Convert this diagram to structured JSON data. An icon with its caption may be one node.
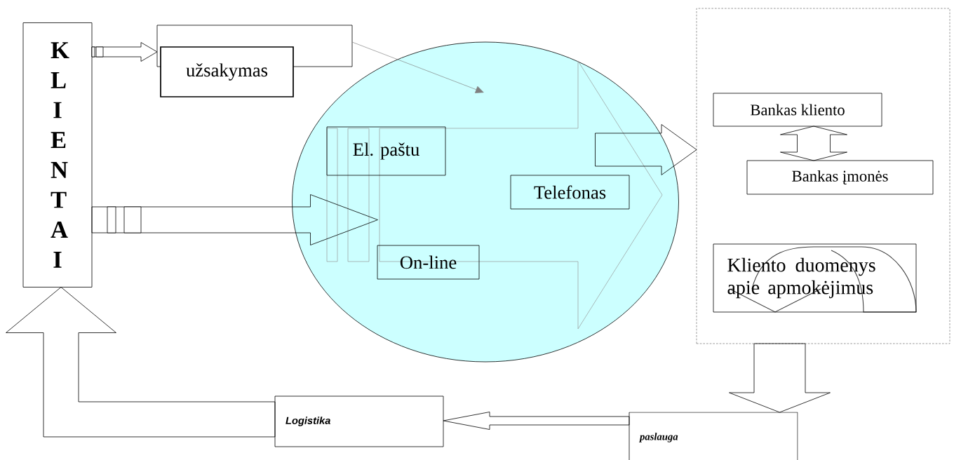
{
  "diagram": {
    "nodes": [
      {
        "text": [
          "K L I E N T A I"
        ]
      },
      {
        "text": [],
        "shape": "box"
      },
      {
        "text": [
          "užsakymas"
        ]
      },
      {
        "text": [],
        "shape": "ellipse"
      },
      {
        "text": [
          "El. paštu"
        ],
        "in": 3
      },
      {
        "text": [
          "Telefonas"
        ],
        "in": 3
      },
      {
        "text": [
          "On-line"
        ],
        "in": 3
      },
      {
        "text": [],
        "shape": "box"
      },
      {
        "text": [
          "Bankas kliento"
        ],
        "in": 7
      },
      {
        "text": [
          "Bankas įmonės"
        ],
        "in": 7
      },
      {
        "text": [
          "Kliento duomenys apie apmokėjimus"
        ],
        "in": 7
      },
      {
        "text": [
          "Logistika"
        ]
      },
      {
        "text": [
          "paslauga"
        ]
      }
    ],
    "edges": [
      {
        "from": 0,
        "to": 1,
        "arrow": "to"
      },
      {
        "from": 1,
        "to": 3,
        "arrow": "to",
        "color": "#808080"
      },
      {
        "from": 0,
        "to": 3,
        "arrow": "to"
      },
      {
        "from": 3,
        "to": 7,
        "arrow": "to"
      },
      {
        "from": 8,
        "to": 9,
        "arrow": "both"
      },
      {
        "from": 7,
        "to": 12,
        "arrow": "to"
      },
      {
        "from": 12,
        "to": 11,
        "arrow": "to"
      },
      {
        "from": 11,
        "to": 0,
        "arrow": "to"
      }
    ]
  }
}
